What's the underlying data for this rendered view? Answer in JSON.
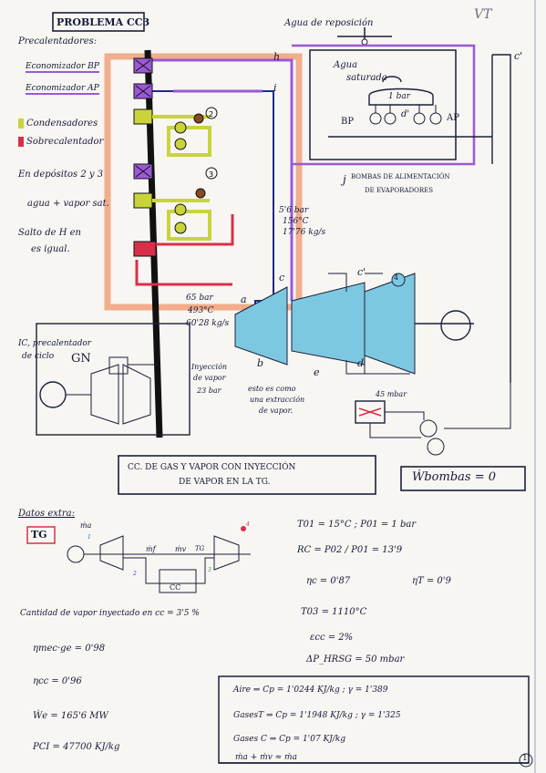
{
  "header": {
    "title": "PROBLEMA CC3",
    "corner_tag": "VT",
    "page_number": "1"
  },
  "legend": {
    "precalentadores": "Precalentadores:",
    "economizador_bp": "Economizador BP",
    "economizador_ap": "Economizador AP",
    "condensadores": "Condensadores",
    "sobrecalentador": "Sobrecalentador",
    "depositos_note_1": "En depósitos 2 y 3",
    "depositos_note_2": "agua + vapor sat.",
    "salto_note_1": "Salto de H en",
    "salto_note_2": "es igual.",
    "colors": {
      "economizador": "#9b59d6",
      "condensador": "#c9d43a",
      "sobrecalentador": "#d9304a",
      "casing": "#f0a07a",
      "turbine": "#7cc8e0"
    }
  },
  "diagram": {
    "agua_reposicion": "Agua de reposición",
    "agua_saturada_1": "Agua",
    "agua_saturada_2": "saturada",
    "deposit_pressure": "1 bar",
    "bp": "BP",
    "ap": "AP",
    "bombas_1": "BOMBAS DE ALIMENTACIÓN",
    "bombas_2": "DE EVAPORADORES",
    "point_h": "h",
    "point_i": "i",
    "point_j": "j",
    "point_c": "c",
    "point_c_prime": "c'",
    "point_c_prime_top": "c'",
    "point_d": "d",
    "point_d_prime": "d'",
    "point_a": "a",
    "point_b": "b",
    "point_e": "e",
    "hx_2": "2",
    "hx_3": "3",
    "hx_4": "4",
    "flow_1_p": "5'6 bar",
    "flow_1_t": "156°C",
    "flow_1_m": "17'76 kg/s",
    "flow_2_p": "65 bar",
    "flow_2_t": "493°C",
    "flow_2_m": "60'28 kg/s",
    "ic_1": "IC, precalentador",
    "ic_2": "de ciclo",
    "gn": "GN",
    "iny_1": "Inyección",
    "iny_2": "de vapor",
    "iny_3": "23 bar",
    "ext_1": "esto es como",
    "ext_2": "una extracción",
    "ext_3": "de vapor.",
    "condenser_p": "45 mbar"
  },
  "caption": {
    "line1": "CC. DE GAS Y VAPOR CON INYECCIÓN",
    "line2": "DE VAPOR EN LA TG.",
    "wbombas": "Ẇbombas = 0"
  },
  "extra": {
    "title": "Datos extra:",
    "tg_label": "TG",
    "ma": "ṁa",
    "mf": "ṁf",
    "mv": "ṁv",
    "tg_small": "TG",
    "cc": "CC",
    "n1": "1",
    "n2": "2",
    "n3": "3",
    "n4": "4",
    "T01": "T01 = 15°C ; P01 = 1 bar",
    "RC": "RC = P02 / P01 = 13'9",
    "eta_c": "ηc = 0'87",
    "eta_t": "ηT = 0'9",
    "vapor_iny": "Cantidad de vapor inyectado en cc = 3'5 %",
    "T03": "T03 = 1110°C",
    "eta_mecgen": "ηmec·ge = 0'98",
    "eps_cc": "εcc = 2%",
    "dp_hrsg": "ΔP_HRSG = 50 mbar",
    "eta_cc": "ηcc = 0'96",
    "We": "Ẇe = 165'6 MW",
    "PCI": "PCI = 47700 KJ/kg",
    "aire": "Aire ⇒ Cp = 1'0244 KJ/kg ; γ = 1'389",
    "gases_t": "GasesT ⇒ Cp = 1'1948 KJ/kg ; γ = 1'325",
    "gases_c": "Gases C ⇒ Cp = 1'07 KJ/kg",
    "mass": "ṁa + ṁv ≈ ṁa"
  }
}
